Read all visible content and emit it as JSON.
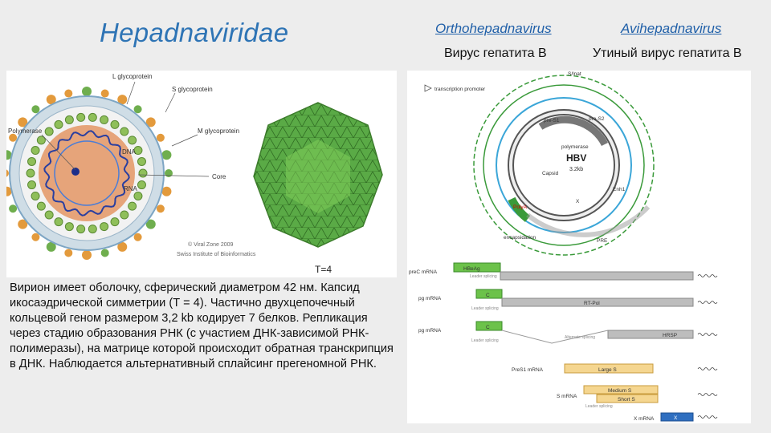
{
  "slide": {
    "title": "Hepadnaviridae",
    "genera": [
      {
        "name": "Orthohepadnavirus",
        "virus": "Вирус гепатита В"
      },
      {
        "name": "Avihepadnavirus",
        "virus": "Утиный вирус гепатита В"
      }
    ],
    "description": "Вирион имеет оболочку, сферический диаметром 42 нм. Капсид икосаэдрической симметрии (Т = 4). Частично двухцепочечный кольцевой геном размером 3,2 kb кодирует 7 белков. Репликация через стадию образования РНК (с участием ДНК-зависимой РНК-полимеразы), на матрице которой происходит обратная транскрипция в ДНК. Наблюдается альтернативный сплайсинг прегеномной РНК."
  },
  "virion_figure": {
    "labels": {
      "l_glycoprotein": "L glycoprotein",
      "s_glycoprotein": "S glycoprotein",
      "polymerase": "Polymerase",
      "m_glycoprotein": "M glycoprotein",
      "dna": "DNA",
      "rna": "RNA",
      "core": "Core",
      "copyright": "© Viral Zone 2009",
      "institute": "Swiss Institute of Bioinformatics",
      "triangulation": "T=4"
    },
    "colors": {
      "membrane": "#b8c9d6",
      "core": "#e6a47a",
      "capsid": "#5aaa46",
      "spike": "#e39a3c"
    }
  },
  "genome_figure": {
    "circle_labels": {
      "promoter": "transcription promoter",
      "hbv": "HBV",
      "size": "3.2kb",
      "pre_s1": "pre-S1",
      "pre_s2": "pre-S2",
      "polymerase": "polymerase",
      "capsid": "Capsid",
      "x": "X",
      "polya": "PolyA",
      "encapsidation": "encapsidation",
      "top": "S/lnat",
      "right": "Enh1",
      "bottom": "PRE"
    },
    "rna_rows": [
      {
        "mrna": "preC mRNA",
        "box": "HBeAg",
        "note": "Leader splicing",
        "bar": ""
      },
      {
        "mrna": "pg mRNA",
        "box": "C",
        "note": "Leader splicing",
        "bar": "RT-Pol"
      },
      {
        "mrna": "pg mRNA",
        "box": "C",
        "note": "Leader splicing",
        "bar": "HRSP",
        "note2": "Alternate splicing"
      },
      {
        "mrna": "PreS1 mRNA",
        "box": "Large S",
        "note": "",
        "bar": ""
      },
      {
        "mrna": "S mRNA",
        "box": "Medium S",
        "box2": "Short S",
        "note": "Leader splicing",
        "bar": ""
      },
      {
        "mrna": "X mRNA",
        "box": "X",
        "note": "",
        "bar": ""
      }
    ]
  }
}
